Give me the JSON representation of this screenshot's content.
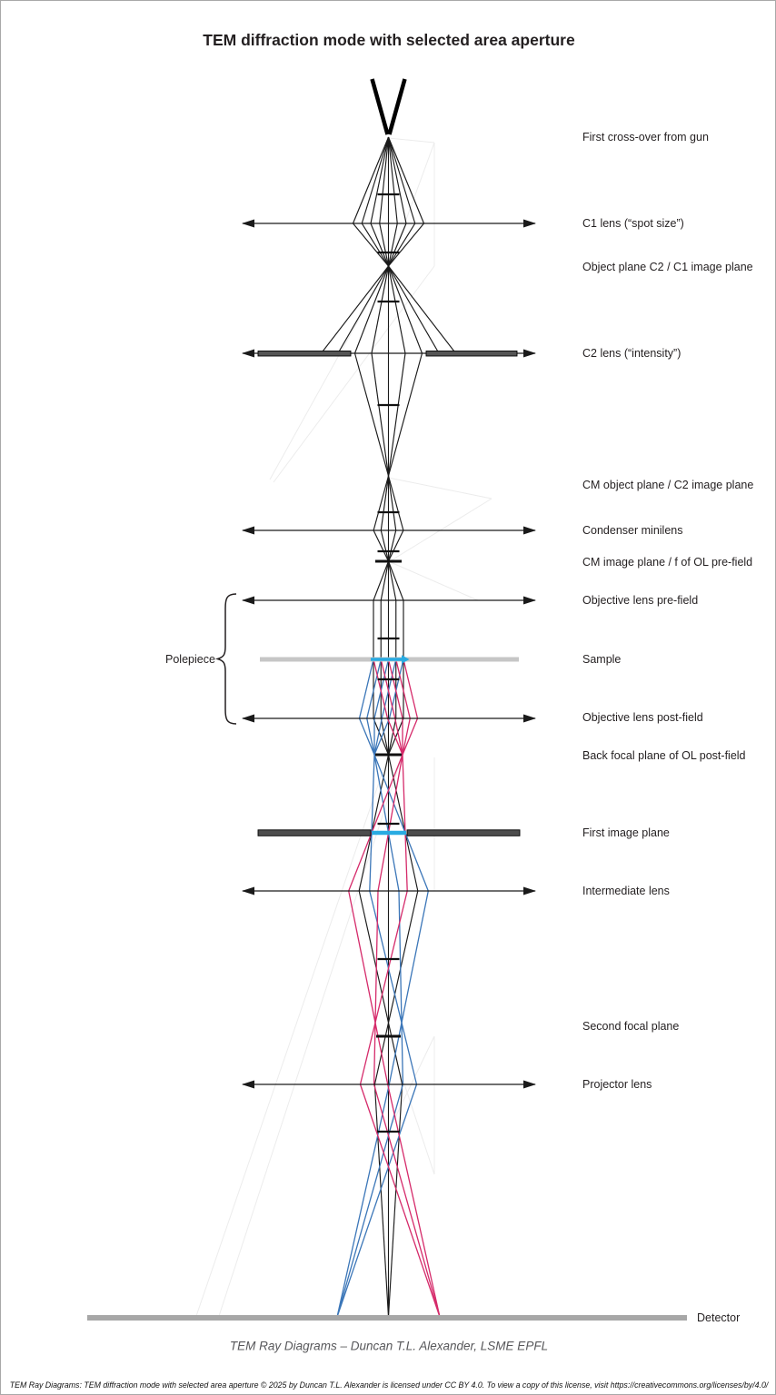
{
  "title": "TEM diffraction mode with selected area aperture",
  "labels": [
    {
      "id": "first-crossover",
      "text": "First cross-over from gun"
    },
    {
      "id": "c1-lens",
      "text": "C1 lens (“spot size”)"
    },
    {
      "id": "object-plane-c2",
      "text": "Object plane C2 / C1 image plane"
    },
    {
      "id": "c2-lens",
      "text": "C2 lens (“intensity”)"
    },
    {
      "id": "cm-object-plane",
      "text": "CM object plane / C2 image plane"
    },
    {
      "id": "condenser-minilens",
      "text": "Condenser minilens"
    },
    {
      "id": "cm-image-plane",
      "text": "CM image plane / f of OL pre-field"
    },
    {
      "id": "objective-pre-field",
      "text": "Objective lens pre-field"
    },
    {
      "id": "sample",
      "text": "Sample"
    },
    {
      "id": "objective-post-field",
      "text": "Objective lens post-field"
    },
    {
      "id": "back-focal-plane",
      "text": "Back focal plane of OL post-field"
    },
    {
      "id": "first-image-plane",
      "text": "First image plane"
    },
    {
      "id": "intermediate-lens",
      "text": "Intermediate lens"
    },
    {
      "id": "second-focal-plane",
      "text": "Second focal plane"
    },
    {
      "id": "projector-lens",
      "text": "Projector lens"
    }
  ],
  "polepiece_label": "Polepiece",
  "detector_label": "Detector",
  "credit": "TEM Ray Diagrams – Duncan T.L. Alexander, LSME EPFL",
  "license": "TEM Ray Diagrams: TEM diffraction mode with selected area aperture © 2025 by Duncan T.L. Alexander is licensed under CC BY 4.0. To view a copy of this license, visit https://creativecommons.org/licenses/by/4.0/",
  "colors": {
    "ray_black": "#1a1a1a",
    "ray_blue": "#3b76b8",
    "ray_red": "#d52a6a",
    "sample_highlight_cyan": "#29abe2",
    "sample_bar_gray": "#c6c6c6",
    "aperture_bar_gray": "#555555",
    "detector_bar_gray": "#a7a7a7"
  }
}
